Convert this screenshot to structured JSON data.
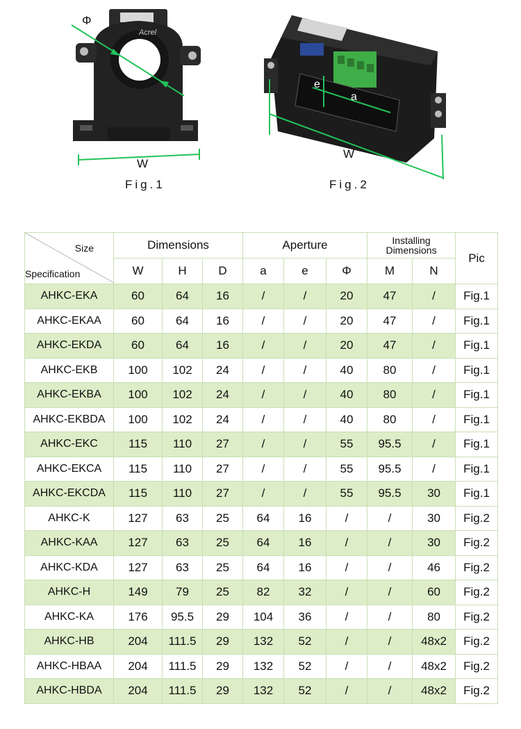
{
  "figures": {
    "fig1": {
      "caption": "Fig.1",
      "phi_label": "Φ",
      "w_label": "W",
      "brand_text": "Acrel"
    },
    "fig2": {
      "caption": "Fig.2",
      "e_label": "e",
      "a_label": "a",
      "w_label": "W"
    }
  },
  "table": {
    "corner_size": "Size",
    "corner_spec": "Specification",
    "groups": {
      "dimensions": "Dimensions",
      "aperture": "Aperture",
      "installing_line1": "Installing",
      "installing_line2": "Dimensions",
      "pic": "Pic"
    },
    "columns": {
      "w": "W",
      "h": "H",
      "d": "D",
      "a": "a",
      "e": "e",
      "phi": "Φ",
      "m": "M",
      "n": "N"
    },
    "rows": [
      {
        "model": "AHKC-EKA",
        "w": "60",
        "h": "64",
        "d": "16",
        "a": "/",
        "e": "/",
        "phi": "20",
        "m": "47",
        "n": "/",
        "pic": "Fig.1"
      },
      {
        "model": "AHKC-EKAA",
        "w": "60",
        "h": "64",
        "d": "16",
        "a": "/",
        "e": "/",
        "phi": "20",
        "m": "47",
        "n": "/",
        "pic": "Fig.1"
      },
      {
        "model": "AHKC-EKDA",
        "w": "60",
        "h": "64",
        "d": "16",
        "a": "/",
        "e": "/",
        "phi": "20",
        "m": "47",
        "n": "/",
        "pic": "Fig.1"
      },
      {
        "model": "AHKC-EKB",
        "w": "100",
        "h": "102",
        "d": "24",
        "a": "/",
        "e": "/",
        "phi": "40",
        "m": "80",
        "n": "/",
        "pic": "Fig.1"
      },
      {
        "model": "AHKC-EKBA",
        "w": "100",
        "h": "102",
        "d": "24",
        "a": "/",
        "e": "/",
        "phi": "40",
        "m": "80",
        "n": "/",
        "pic": "Fig.1"
      },
      {
        "model": "AHKC-EKBDA",
        "w": "100",
        "h": "102",
        "d": "24",
        "a": "/",
        "e": "/",
        "phi": "40",
        "m": "80",
        "n": "/",
        "pic": "Fig.1"
      },
      {
        "model": "AHKC-EKC",
        "w": "115",
        "h": "110",
        "d": "27",
        "a": "/",
        "e": "/",
        "phi": "55",
        "m": "95.5",
        "n": "/",
        "pic": "Fig.1"
      },
      {
        "model": "AHKC-EKCA",
        "w": "115",
        "h": "110",
        "d": "27",
        "a": "/",
        "e": "/",
        "phi": "55",
        "m": "95.5",
        "n": "/",
        "pic": "Fig.1"
      },
      {
        "model": "AHKC-EKCDA",
        "w": "115",
        "h": "110",
        "d": "27",
        "a": "/",
        "e": "/",
        "phi": "55",
        "m": "95.5",
        "n": "30",
        "pic": "Fig.1"
      },
      {
        "model": "AHKC-K",
        "w": "127",
        "h": "63",
        "d": "25",
        "a": "64",
        "e": "16",
        "phi": "/",
        "m": "/",
        "n": "30",
        "pic": "Fig.2"
      },
      {
        "model": "AHKC-KAA",
        "w": "127",
        "h": "63",
        "d": "25",
        "a": "64",
        "e": "16",
        "phi": "/",
        "m": "/",
        "n": "30",
        "pic": "Fig.2"
      },
      {
        "model": "AHKC-KDA",
        "w": "127",
        "h": "63",
        "d": "25",
        "a": "64",
        "e": "16",
        "phi": "/",
        "m": "/",
        "n": "46",
        "pic": "Fig.2"
      },
      {
        "model": "AHKC-H",
        "w": "149",
        "h": "79",
        "d": "25",
        "a": "82",
        "e": "32",
        "phi": "/",
        "m": "/",
        "n": "60",
        "pic": "Fig.2"
      },
      {
        "model": "AHKC-KA",
        "w": "176",
        "h": "95.5",
        "d": "29",
        "a": "104",
        "e": "36",
        "phi": "/",
        "m": "/",
        "n": "80",
        "pic": "Fig.2"
      },
      {
        "model": "AHKC-HB",
        "w": "204",
        "h": "111.5",
        "d": "29",
        "a": "132",
        "e": "52",
        "phi": "/",
        "m": "/",
        "n": "48x2",
        "pic": "Fig.2"
      },
      {
        "model": "AHKC-HBAA",
        "w": "204",
        "h": "111.5",
        "d": "29",
        "a": "132",
        "e": "52",
        "phi": "/",
        "m": "/",
        "n": "48x2",
        "pic": "Fig.2"
      },
      {
        "model": "AHKC-HBDA",
        "w": "204",
        "h": "111.5",
        "d": "29",
        "a": "132",
        "e": "52",
        "phi": "/",
        "m": "/",
        "n": "48x2",
        "pic": "Fig.2"
      }
    ]
  }
}
